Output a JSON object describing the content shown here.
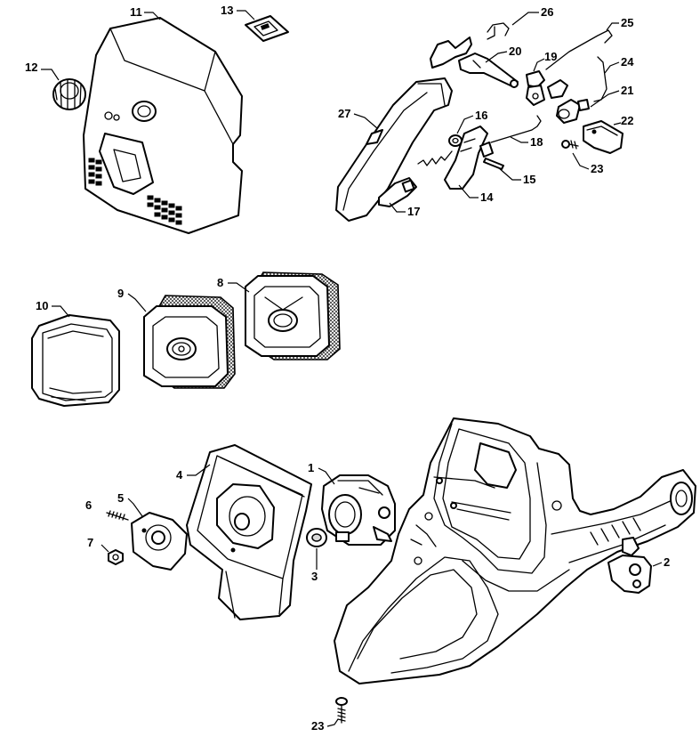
{
  "callouts": {
    "p1": "1",
    "p2": "2",
    "p3": "3",
    "p4": "4",
    "p5": "5",
    "p6": "6",
    "p7": "7",
    "p8": "8",
    "p9": "9",
    "p10": "10",
    "p11": "11",
    "p12": "12",
    "p13": "13",
    "p14": "14",
    "p15": "15",
    "p16": "16",
    "p17": "17",
    "p18": "18",
    "p19": "19",
    "p20": "20",
    "p21": "21",
    "p22": "22",
    "p23a": "23",
    "p23b": "23",
    "p24": "24",
    "p25": "25",
    "p26": "26",
    "p27": "27"
  }
}
